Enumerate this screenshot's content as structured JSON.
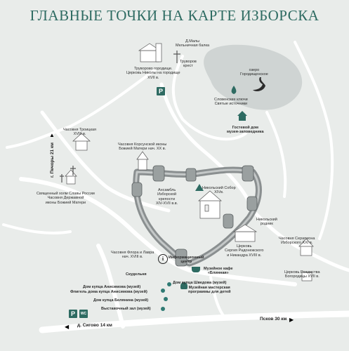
{
  "title": "ГЛАВНЫЕ ТОЧКИ НА КАРТЕ ИЗБОРСКА",
  "colors": {
    "background": "#e9ecea",
    "road": "#ffffff",
    "accent_teal": "#2e6b62",
    "dot_teal": "#2f7a73",
    "lake": "#cfd4d3",
    "wall": "#8a8f90"
  },
  "icons": [
    "parking-icon",
    "wc-icon",
    "info-icon",
    "drop-icon",
    "swan-icon",
    "house-icon",
    "coffee-cup-icon",
    "horse-icon",
    "tent-icon"
  ],
  "places": {
    "mill_label": "Д.Малы\nМельничная балка",
    "truvor_cross": "Труворов\nкрест",
    "truvor_settlement": "Труворово городище.\nЦерковь Николы на городище\nXVII в.",
    "lake": "озеро\nГородищенское",
    "springs": "Словенские ключи\nСвятые источники",
    "guesthouse": "Гостевой дом\nмузея-заповедника",
    "trinity_chapel": "Часовня Троицкая\nXVIII в.",
    "korsun_chapel": "Часовня Корсунской иконы\nБожией Матери нач. XX в.",
    "glory_hill": "Священный холм Славы России\nЧасовня Державной\nиконы Божией Матери",
    "ensemble": "Ансамбль\nИзборской\nкрепости\nXIV-XVII в.в.",
    "nicholas_cathedral": "Никольский Собор\nXIVв.",
    "nicholas_spring": "Никольский\nродник",
    "sergius_church": "Церковь\nСергия Радонежского\nи Никандра XVIII в.",
    "serapion_chapel": "Часовня Серапиона\nИзборского XXI в.",
    "nativity_church": "Церковь Рождества\nБогородицы XVII в.",
    "flor_chapel": "Часовня Флора и Лавра\nнач. XVIII в.",
    "info_center": "Информационный\nцентр",
    "skudelnya": "Скудельня",
    "cafe": "Музейное кафе\n«Блинная»",
    "shvedov_house": "Дом купца Шведова (музей)",
    "workshop": "Музейная мастерская\nпрограммы для детей",
    "anisimov_house": "Дом купца Анисимова (музей)",
    "anisimov_wing": "Флигель дома купца Анисимова (музей)",
    "belyanin_house": "Дом купца Белянина (музей)",
    "exhibition_hall": "Выставочный зал (музей)"
  },
  "roads": {
    "pechory": "г. Печоры 21 км",
    "pskov": "Псков  30 км",
    "sigovo": "д. Сигово  14 км"
  },
  "signs": {
    "parking": "P",
    "wc": "WC",
    "info": "i"
  }
}
